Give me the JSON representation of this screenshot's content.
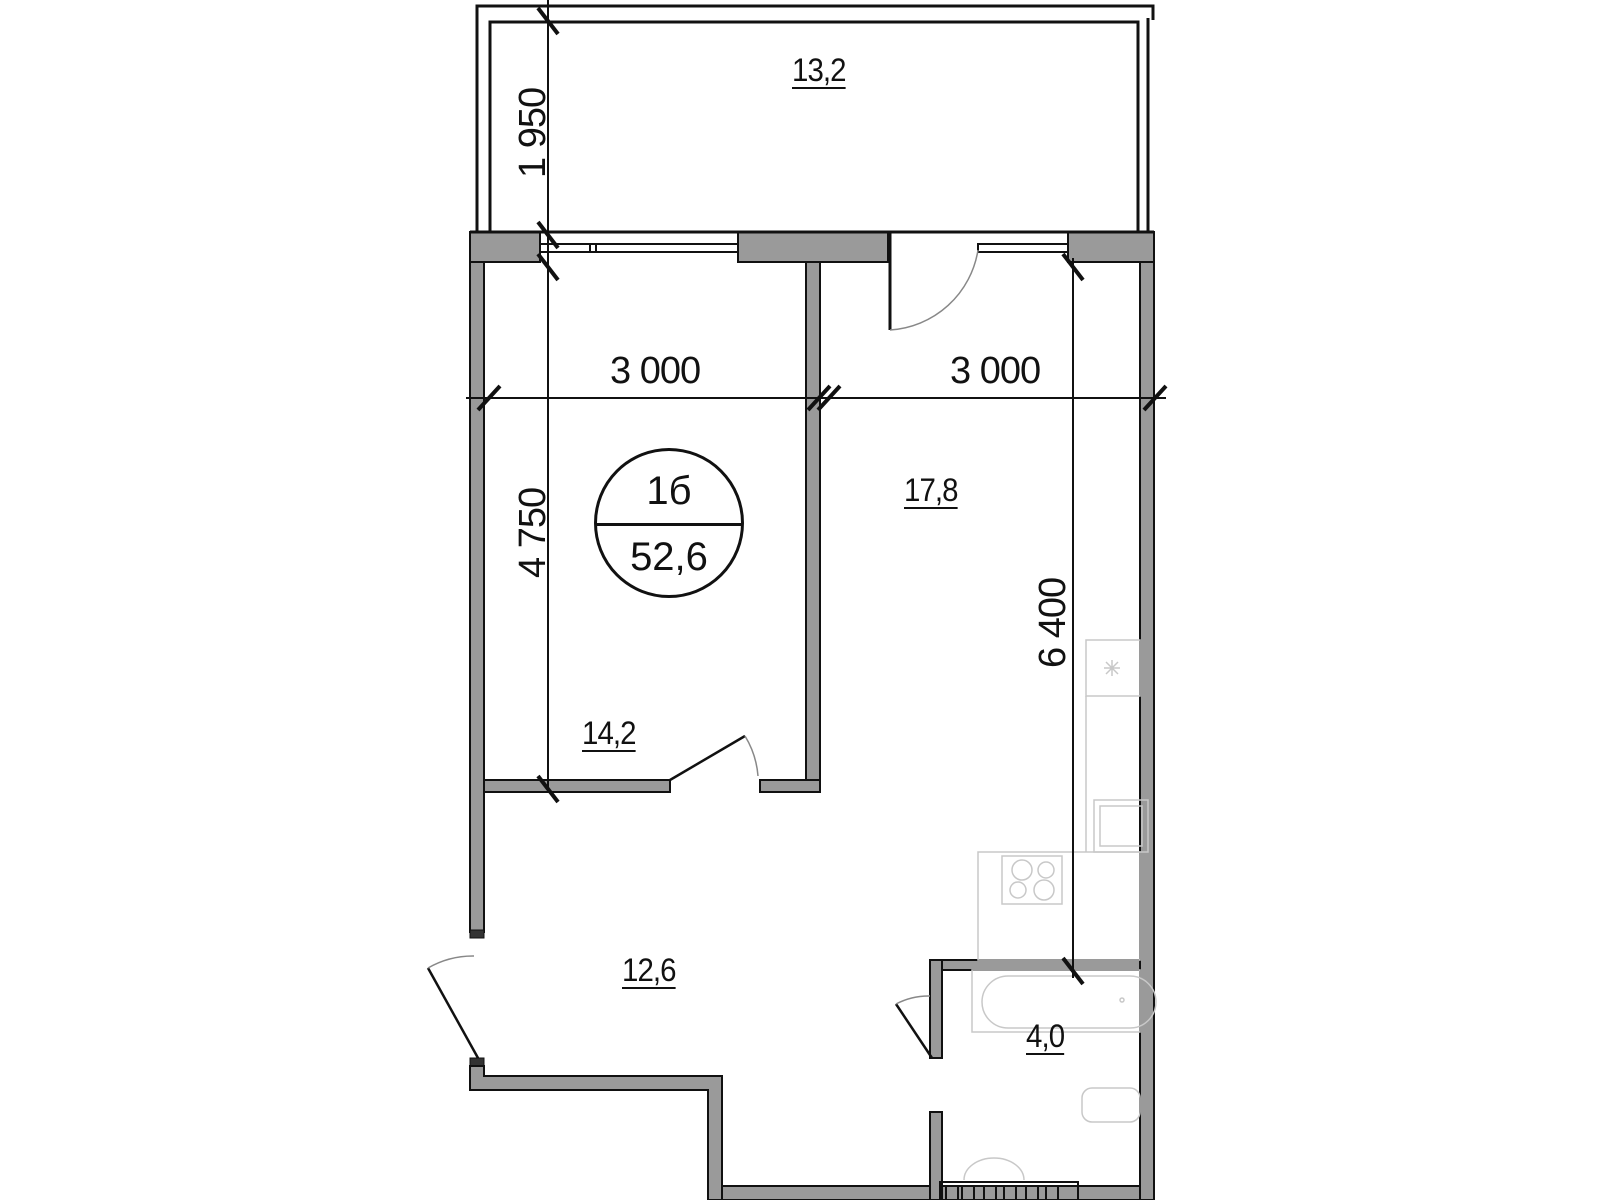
{
  "plan": {
    "apartment_number": "1б",
    "total_area": "52,6"
  },
  "rooms": [
    {
      "name": "balcony",
      "area": "13,2"
    },
    {
      "name": "bedroom",
      "area": "14,2"
    },
    {
      "name": "living-kitchen",
      "area": "17,8"
    },
    {
      "name": "hallway",
      "area": "12,6"
    },
    {
      "name": "bathroom",
      "area": "4,0"
    }
  ],
  "dimensions": {
    "balcony_depth": "1 950",
    "bedroom_width": "3 000",
    "living_width": "3 000",
    "bedroom_length": "4 750",
    "living_length": "6 400"
  },
  "colors": {
    "wall_fill": "#9a9a9a",
    "line": "#111111",
    "fixture": "#c8c8c8"
  }
}
